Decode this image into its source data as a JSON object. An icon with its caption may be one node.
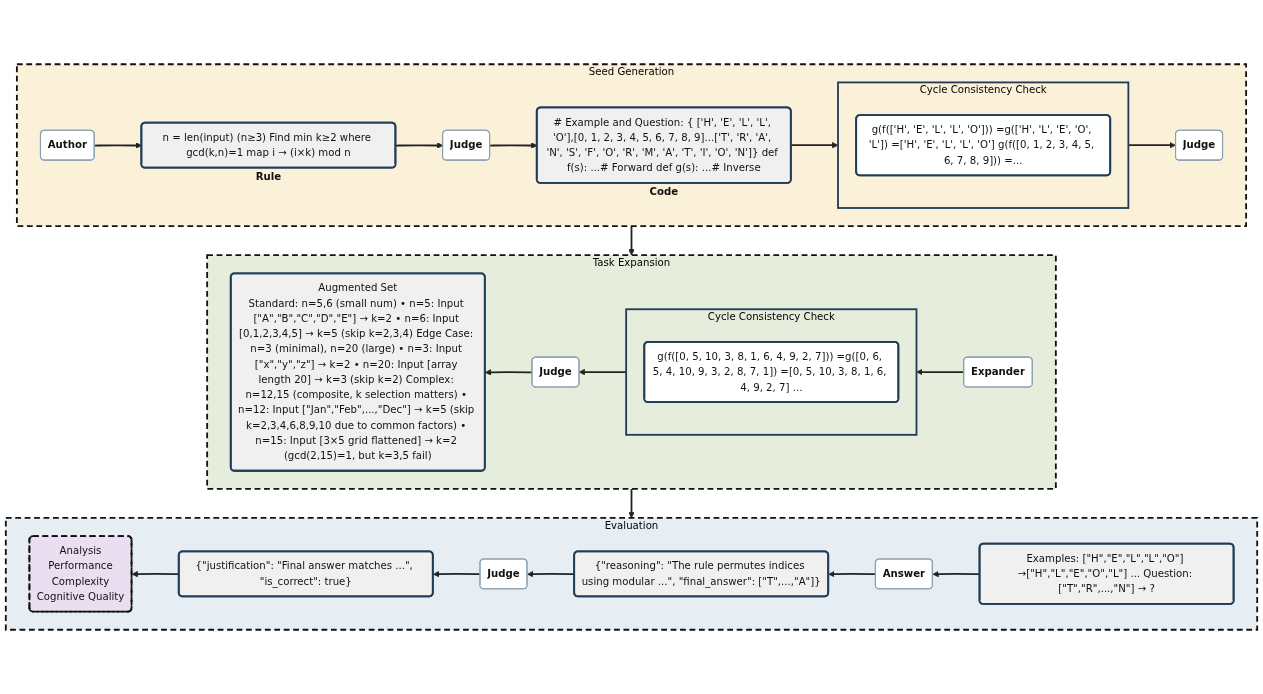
{
  "diagram": {
    "nodes": [
      {
        "text": [
          "Seed Generation"
        ]
      },
      {
        "text": [
          "Author"
        ],
        "in": 0
      },
      {
        "text": [
          "n = len(input) (n≥3) Find min k≥2 where gcd(k,n)=1 map i → (i×k) mod n"
        ],
        "beside": [
          "Rule"
        ],
        "in": 0
      },
      {
        "text": [
          "Judge"
        ],
        "in": 0
      },
      {
        "text": [
          "# Example and Question: { ['H', 'E', 'L', 'L', 'O'],[0, 1, 2, 3, 4, 5, 6, 7, 8, 9]...['T', 'R', 'A', 'N', 'S', 'F', 'O', 'R', 'M', 'A', 'T', 'I', 'O', 'N']} def f(s): ...# Forward def g(s): ...# Inverse"
        ],
        "beside": [
          "Code"
        ],
        "in": 0
      },
      {
        "text": [
          "Cycle Consistency Check"
        ],
        "in": 0
      },
      {
        "text": [
          "g(f(['H', 'E', 'L', 'L', 'O'])) =g(['H', 'L', 'E', 'O', 'L']) =['H', 'E', 'L', 'L', 'O'] g(f([0, 1, 2, 3, 4, 5, 6, 7, 8, 9])) =..."
        ],
        "in": 5
      },
      {
        "text": [
          "Judge"
        ],
        "in": 0
      },
      {
        "text": [
          "Evaluation"
        ]
      },
      {
        "text": [
          "{\"justification\": \"Final answer matches ...\", \"is_correct\": true}"
        ],
        "in": 8
      },
      {
        "text": [
          "Judge"
        ],
        "in": 8
      },
      {
        "text": [
          "Examples: [\"H\",\"E\",\"L\",\"L\",\"O\"] →[\"H\",\"L\",\"E\",\"O\",\"L\"] ... Question: [\"T\",\"R\",...,\"N\"] → ?"
        ],
        "in": 8
      },
      {
        "text": [
          "Analysis",
          "Performance",
          "Complexity",
          "Cognitive Quality"
        ],
        "in": 8
      },
      {
        "text": [
          "{\"reasoning\": \"The rule permutes indices using modular ...\", \"final_answer\": [\"T\",...,\"A\"]}"
        ],
        "in": 8
      },
      {
        "text": [
          "Answer"
        ],
        "in": 8
      },
      {
        "text": [
          "Task Expansion"
        ]
      },
      {
        "text": [
          "Augmented Set",
          "Standard: n=5,6 (small num) • n=5: Input [\"A\",\"B\",\"C\",\"D\",\"E\"] → k=2 • n=6: Input [0,1,2,3,4,5] → k=5 (skip k=2,3,4) Edge Case: n=3 (minimal), n=20 (large) • n=3: Input [\"x\",\"y\",\"z\"] → k=2 • n=20: Input [array length 20] → k=3 (skip k=2) Complex: n=12,15 (composite, k selection matters) • n=12: Input [\"Jan\",\"Feb\",...,\"Dec\"] → k=5 (skip k=2,3,4,6,8,9,10 due to common factors) • n=15: Input [3×5 grid flattened] → k=2 (gcd(2,15)=1, but k=3,5 fail)"
        ],
        "in": 15
      },
      {
        "text": [
          "Judge"
        ],
        "in": 15
      },
      {
        "text": [
          "Expander"
        ],
        "in": 15
      },
      {
        "text": [
          "Cycle Consistency Check"
        ],
        "in": 15
      },
      {
        "text": [
          "g(f([0, 5, 10, 3, 8, 1, 6, 4, 9, 2, 7])) =g([0, 6, 5, 4, 10, 9, 3, 2, 8, 7, 1]) =[0, 5, 10, 3, 8, 1, 6, 4, 9, 2, 7] ..."
        ],
        "in": 19
      }
    ],
    "edges": [
      {
        "from": 1,
        "to": 2,
        "arrow": "to"
      },
      {
        "from": 2,
        "to": 3,
        "arrow": "to"
      },
      {
        "from": 3,
        "to": 4,
        "arrow": "to"
      },
      {
        "from": 4,
        "to": 5,
        "arrow": "to"
      },
      {
        "from": 5,
        "to": 7,
        "arrow": "to"
      },
      {
        "from": 0,
        "to": 15,
        "arrow": "to"
      },
      {
        "from": 18,
        "to": 19,
        "arrow": "to"
      },
      {
        "from": 19,
        "to": 17,
        "arrow": "to"
      },
      {
        "from": 17,
        "to": 16,
        "arrow": "to"
      },
      {
        "from": 15,
        "to": 8,
        "arrow": "to"
      },
      {
        "from": 11,
        "to": 14,
        "arrow": "to"
      },
      {
        "from": 14,
        "to": 13,
        "arrow": "to"
      },
      {
        "from": 13,
        "to": 10,
        "arrow": "to"
      },
      {
        "from": 10,
        "to": 9,
        "arrow": "to"
      },
      {
        "from": 9,
        "to": 12,
        "arrow": "to"
      }
    ]
  }
}
